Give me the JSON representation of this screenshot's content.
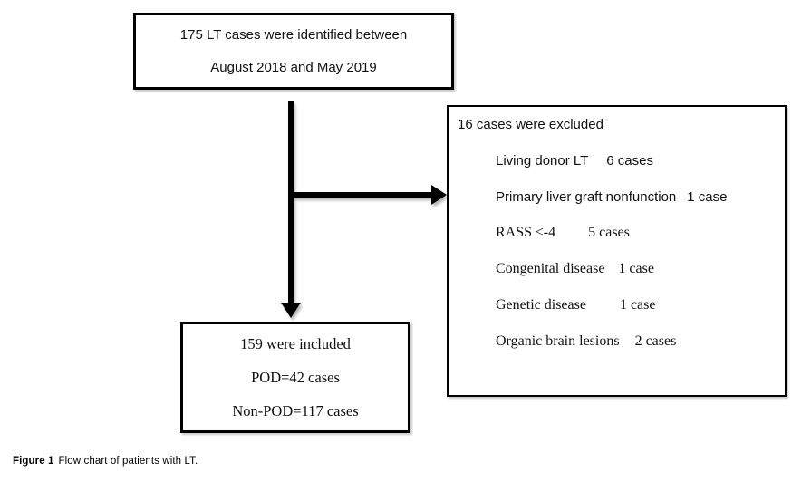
{
  "top_box": {
    "line1": "175 LT cases were identified between",
    "line2": "August 2018 and May 2019"
  },
  "excluded_box": {
    "title": "16 cases were excluded",
    "items": [
      {
        "label": "Living donor LT",
        "count": "6 cases"
      },
      {
        "label": "Primary liver graft nonfunction",
        "count": "1 case"
      },
      {
        "label": "RASS ≤-4",
        "count": "5 cases"
      },
      {
        "label": "Congenital disease",
        "count": "1 case"
      },
      {
        "label": "Genetic disease",
        "count": "1 case"
      },
      {
        "label": "Organic brain lesions",
        "count": "2 cases"
      }
    ]
  },
  "included_box": {
    "line1": "159 were included",
    "line2": "POD=42 cases",
    "line3": "Non-POD=117 cases"
  },
  "caption": {
    "label": "Figure 1",
    "text": "Flow chart of patients with LT."
  },
  "colors": {
    "line": "#000000",
    "background": "#ffffff",
    "text": "#111111"
  }
}
